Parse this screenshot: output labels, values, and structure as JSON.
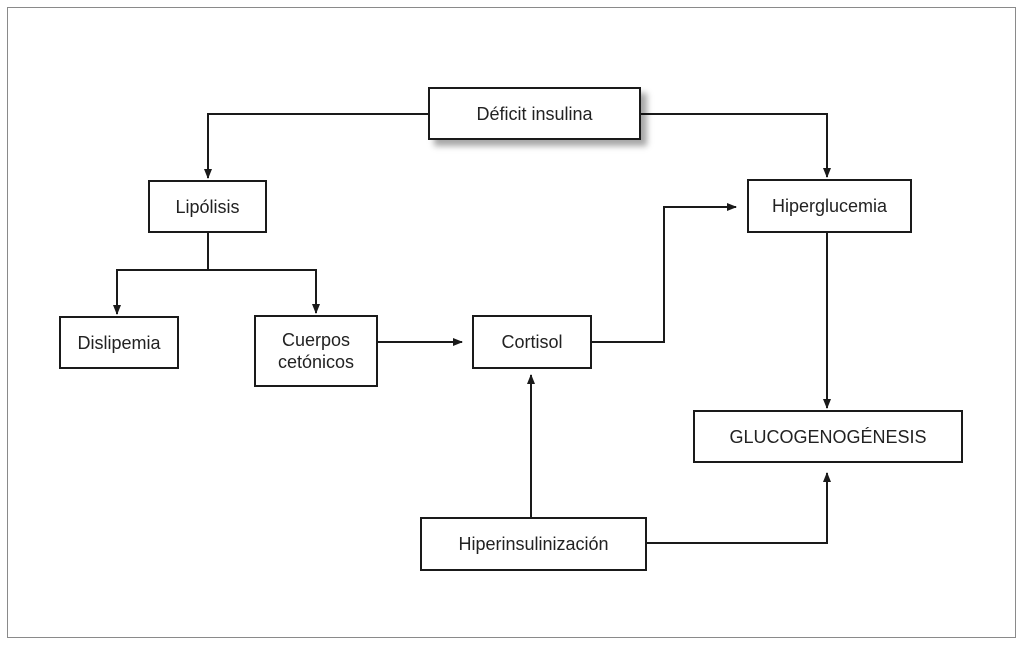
{
  "diagram": {
    "colors": {
      "line": "#1a1a1a",
      "text": "#222222",
      "frame": "#8a8a8a"
    },
    "nodes": {
      "deficit": "Déficit insulina",
      "lipolisis": "Lipólisis",
      "hiperglucemia": "Hiperglucemia",
      "dislipemia": "Dislipemia",
      "cuerpos": "Cuerpos\ncetónicos",
      "cortisol": "Cortisol",
      "glucogenogenesis": "GLUCOGENOGÉNESIS",
      "hiperinsulinizacion": "Hiperinsulinización"
    },
    "edges": [
      {
        "from": "Déficit insulina",
        "to": "Lipólisis"
      },
      {
        "from": "Déficit insulina",
        "to": "Hiperglucemia"
      },
      {
        "from": "Lipólisis",
        "to": "Dislipemia"
      },
      {
        "from": "Lipólisis",
        "to": "Cuerpos cetónicos"
      },
      {
        "from": "Cuerpos cetónicos",
        "to": "Cortisol"
      },
      {
        "from": "Cortisol",
        "to": "Hiperglucemia"
      },
      {
        "from": "Hiperglucemia",
        "to": "GLUCOGENOGÉNESIS"
      },
      {
        "from": "Hiperinsulinización",
        "to": "Cortisol"
      },
      {
        "from": "Hiperinsulinización",
        "to": "GLUCOGENOGÉNESIS"
      }
    ]
  }
}
